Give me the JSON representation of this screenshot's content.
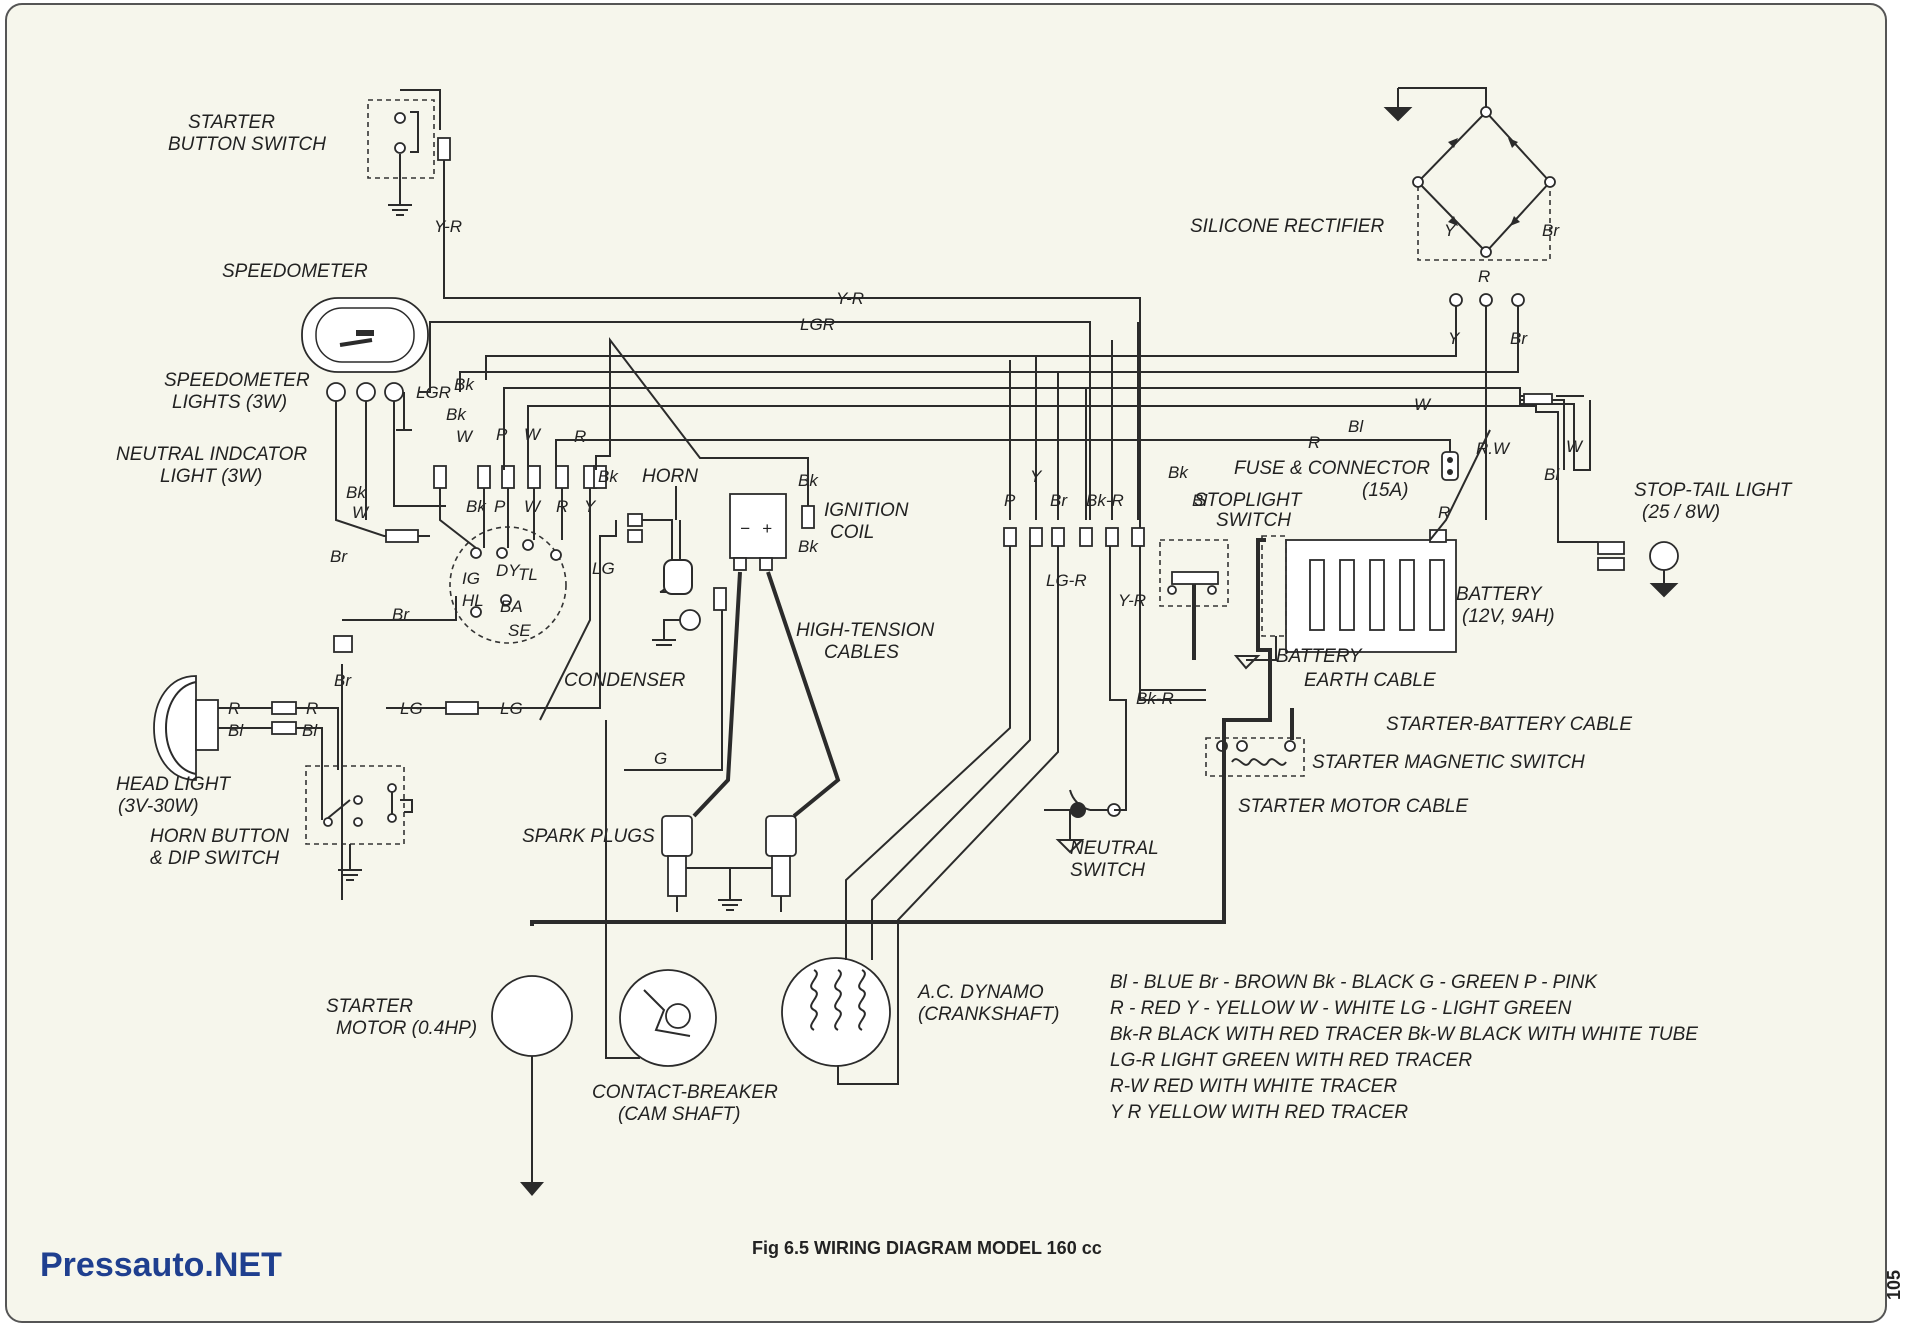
{
  "labels": {
    "starter_button": [
      "STARTER",
      "BUTTON SWITCH"
    ],
    "speedometer": "SPEEDOMETER",
    "speedometer_lights": [
      "SPEEDOMETER",
      "LIGHTS (3W)"
    ],
    "neutral_indicator": [
      "NEUTRAL INDCATOR",
      "LIGHT (3W)"
    ],
    "horn": "HORN",
    "ignition_coil": [
      "IGNITION",
      "COIL"
    ],
    "high_tension": [
      "HIGH-TENSION",
      "CABLES"
    ],
    "condenser": "CONDENSER",
    "head_light": [
      "HEAD LIGHT",
      "(3V-30W)"
    ],
    "horn_button": [
      "HORN BUTTON",
      "& DIP SWITCH"
    ],
    "spark_plugs": "SPARK PLUGS",
    "starter_motor": [
      "STARTER",
      "MOTOR (0.4HP)"
    ],
    "contact_breaker": [
      "CONTACT-BREAKER",
      "(CAM SHAFT)"
    ],
    "ac_dynamo": [
      "A.C. DYNAMO",
      "(CRANKSHAFT)"
    ],
    "silicone_rectifier": "SILICONE RECTIFIER",
    "fuse": [
      "FUSE & CONNECTOR",
      "(15A)"
    ],
    "stoplight_switch": [
      "STOPLIGHT",
      "SWITCH"
    ],
    "stop_tail": [
      "STOP-TAIL LIGHT",
      "(25 / 8W)"
    ],
    "battery": [
      "BATTERY",
      "(12V, 9AH)"
    ],
    "battery_earth": [
      "BATTERY",
      "EARTH CABLE"
    ],
    "starter_battery_cable": "STARTER-BATTERY CABLE",
    "starter_magnetic_switch": "STARTER MAGNETIC SWITCH",
    "starter_motor_cable": "STARTER MOTOR CABLE",
    "neutral_switch": [
      "NEUTRAL",
      "SWITCH"
    ]
  },
  "wire_codes": {
    "yr": "Y-R",
    "lgr": "LGR",
    "lgr2": "LG R",
    "w": "W",
    "bl": "Bl",
    "r": "R",
    "y": "Y",
    "br": "Br",
    "bk": "Bk",
    "p": "P",
    "g": "G",
    "lg": "LG",
    "bkr": "Bk-R",
    "rw": "R.W",
    "lgr_v": "LG-R",
    "yr2": "Y-R"
  },
  "ignition_terminals": [
    "IG",
    "DY",
    "TL",
    "HL",
    "BA",
    "SE"
  ],
  "legend": [
    "Bl - BLUE   Br - BROWN  Bk - BLACK   G - GREEN  P - PINK",
    "R - RED  Y - YELLOW  W - WHITE  LG - LIGHT GREEN",
    "Bk-R   BLACK WITH RED TRACER     Bk-W  BLACK WITH WHITE TUBE",
    "LG-R  LIGHT GREEN WITH RED TRACER",
    "R-W   RED WITH WHITE TRACER",
    "Y R   YELLOW WITH RED TRACER"
  ],
  "caption": "Fig 6.5  WIRING DIAGRAM MODEL 160 cc",
  "brand": "Pressauto.NET",
  "page_number": "105",
  "colors": {
    "paper": "#f6f6ec",
    "ink": "#2b2b2b",
    "brand": "#1f3f8f"
  }
}
